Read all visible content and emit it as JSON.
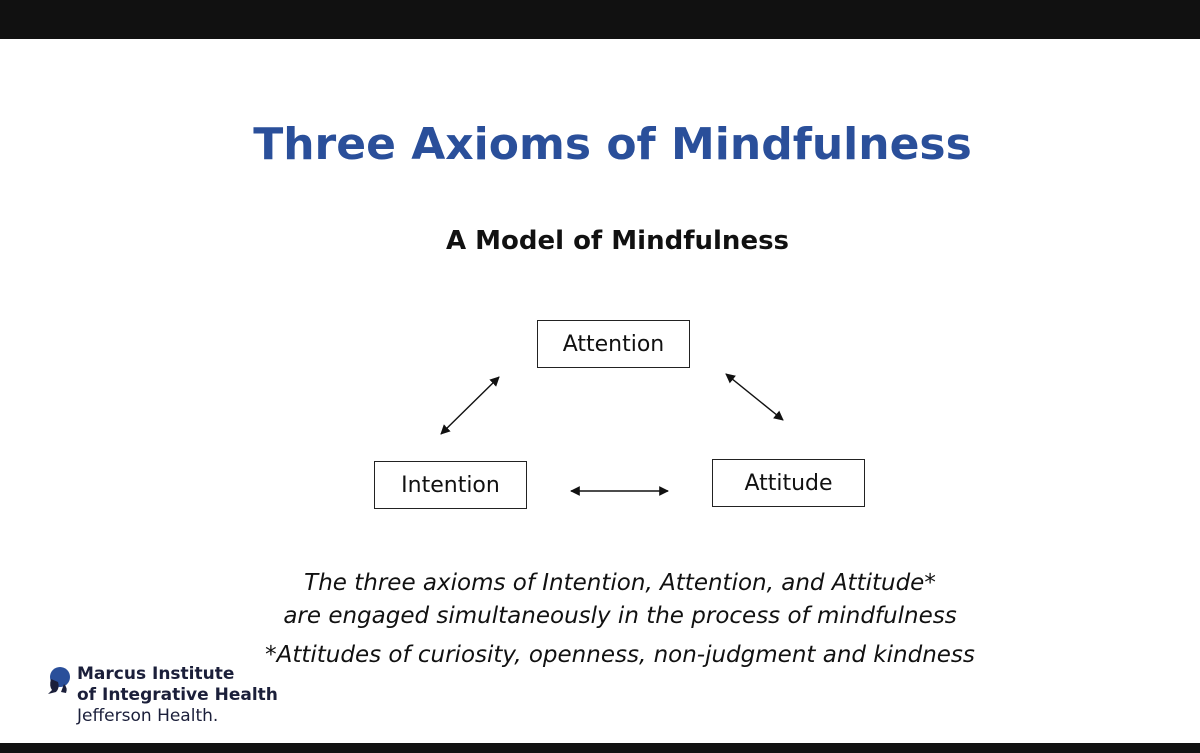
{
  "slide": {
    "title": "Three Axioms of Mindfulness",
    "subtitle": "A Model of Mindfulness",
    "nodes": {
      "attention": "Attention",
      "intention": "Intention",
      "attitude": "Attitude"
    },
    "caption_line_1": "The three axioms of Intention, Attention, and Attitude*",
    "caption_line_2": "are engaged simultaneously in the process of mindfulness",
    "caption_line_3": "*Attitudes of curiosity, openness, non-judgment and  kindness"
  },
  "logo": {
    "line_1": "Marcus Institute",
    "line_2": "of Integrative Health",
    "line_3": "Jefferson Health."
  },
  "colors": {
    "title": "#2a4f9a",
    "text": "#111111",
    "logo": "#1b1f3a",
    "frame": "#111111"
  }
}
